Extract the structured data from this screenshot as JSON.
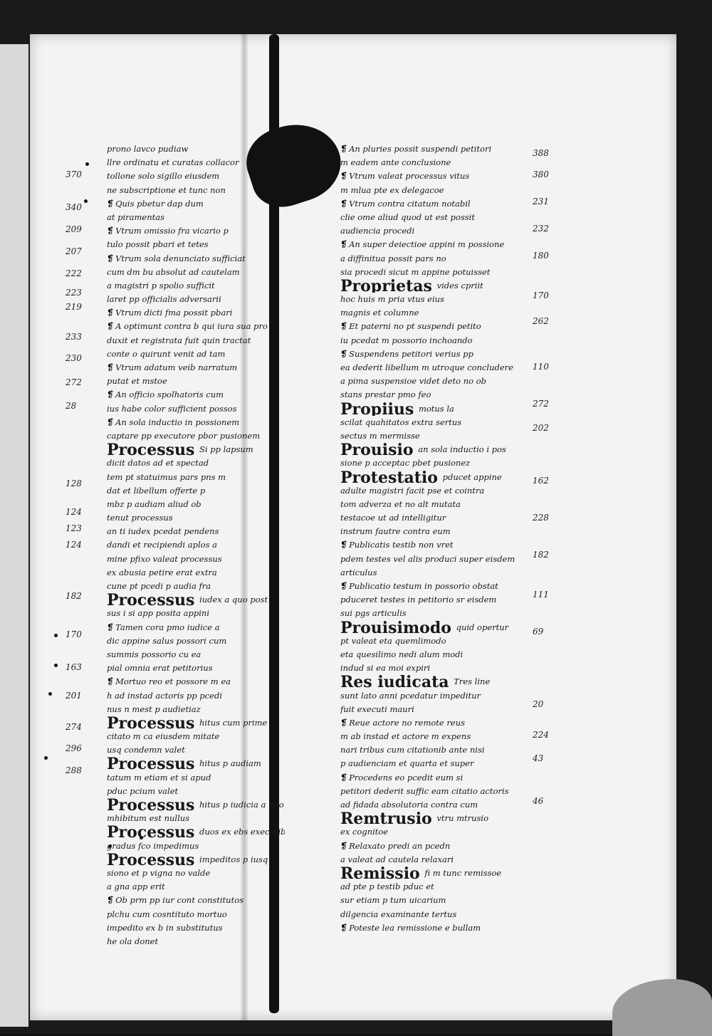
{
  "left_numbers": [
    "370",
    "340",
    "209",
    "207",
    "222",
    "223",
    "219",
    "233",
    "230",
    "272",
    "28",
    "128",
    "124",
    "123",
    "124",
    "182",
    "170",
    "163",
    "201",
    "274",
    "296",
    "288"
  ],
  "right_numbers": [
    "388",
    "380",
    "231",
    "232",
    "180",
    "170",
    "262",
    "110",
    "272",
    "202",
    "162",
    "228",
    "182",
    "111",
    "69",
    "20",
    "224",
    "43",
    "46"
  ],
  "column_a": [
    "prono lavco pudiaw",
    "llre ordinatu et curatas collacor",
    "tollone solo sigillo eiusdem",
    "ne subscriptione et tunc non",
    "Quis pbetur dap dum",
    "at piramentas",
    "Vtrum omissio fra vicario p",
    "tulo possit pbari et tetes",
    "Vtrum sola denunciato sufficiat",
    "cum dm bu absolut ad cautelam",
    "a magistri p spolio sufficit",
    "laret pp officialis adversarii",
    "Vtrum dicti fma possit pbari",
    "A optimunt contra b qui iura sua pro",
    "duxit et registrata fuit quin tractat",
    "conte o quirunt venit ad tam",
    "Vtrum adatum veib narratum",
    "putat et mstoe",
    "An officio spolhatoris cum",
    "ius habe color sufficient possos",
    "An sola inductio in possionem",
    "captare pp executore pbor pusionem",
    "Processus Si pp lapsum",
    "dicit datos ad et spectad",
    "tem pt statuimus pars pns m",
    "dat et libellum offerte p",
    "mbz p audiam aliud ob",
    "tenut processus",
    "an ti iudex pcedat pendens",
    "dandi et recipiendi aplos a",
    "mine pfixo valeat processus",
    "ex abusia petire erat extra",
    "cune pt pcedi p audia fra",
    "Processus iudex a quo post",
    "sus i si app posita appini",
    "Tamen cora pmo iudice a",
    "dic appine salus possori cum",
    "summis possorio cu ea",
    "pial omnia erat petitorius",
    "Mortuo reo et possore m ea",
    "h ad instad actoris pp pcedi",
    "nus n mest p audietiaz",
    "Processus hitus cum prime",
    "citato m ca eiusdem mitate",
    "usq condemn valet",
    "Processus hitus p audiam",
    "tatum m etiam et si apud",
    "pduc pcium valet",
    "Processus hitus p iudicia a quo",
    "mhibitum est nullus",
    "Processus duos ex ebs executib",
    "gradus fco impedimus",
    "Processus impeditos p iusq",
    "siono et p vigna no valde",
    "a gna app erit",
    "Ob prm pp iur cont constitutos",
    "plchu cum cosntituto mortuo",
    "impedito ex b in substitutus",
    "he ola donet"
  ],
  "column_b": [
    "An pluries possit suspendi petitori",
    "m eadem ante conclusione",
    "Vtrum valeat processus vitus",
    "m mlua pte ex delegacoe",
    "Vtrum contra citatum notabil",
    "clie ome aliud quod ut est possit",
    "audiencia procedi",
    "An super deiectioe appini m possione",
    "a diffinitua possit pars no",
    "sia procedi sicut m appine potuisset",
    "Proprietas vides cpriit",
    "hoc huis m pria vtus eius",
    "magnis et columne",
    "Et paterni no pt suspendi petito",
    "iu pcedat m possorio inchoando",
    "Suspendens petitori verius pp",
    "ea dederit libellum m utroque concludere",
    "a pima suspensioe videt deto no ob",
    "stans prestar pmo feo",
    "Propiius motus la",
    "scilat quahitatos extra sertus",
    "sectus m mermisse",
    "Prouisio an sola inductio i pos",
    "sione p acceptac pbet pusionez",
    "Protestatio pducet appine",
    "adulte magistri facit pse et cointra",
    "tom adverza et no alt mutata",
    "testacoe ut ad intelligitur",
    "instrum fautre contra eum",
    "Publicatis testib non vret",
    "pdem testes vel alis produci super eisdem",
    "articulus",
    "Publicatio testum in possorio obstat",
    "pduceret testes in petitorio sr eisdem",
    "sui pgs articulis",
    "Prouisimodo quid opertur",
    "pt valeat eta quemlimodo",
    "eta quesilimo nedi alum modi",
    "indud si ea moi expiri",
    "Res iudicata Tres line",
    "sunt lato anni pcedatur impeditur",
    "fuit executi mauri",
    "Reue actore no remote reus",
    "m ab instad et actore m expens",
    "nari tribus cum citationib ante nisi",
    "p audienciam et quarta et super",
    "Procedens eo pcedit eum si",
    "petitori dederit suffic eam citatio actoris",
    "ad fidada absolutoria contra cum",
    "Remtrusio vtru mtrusio",
    "ex cognitoe",
    "Relaxato predi an pcedn",
    "a valeat ad cautela relaxari",
    "Remissio fi m tunc remissoe",
    "ad pte p testib pduc et",
    "sur etiam p tum uicarium",
    "dilgencia examinante tertus",
    "Poteste lea remissione e bullam"
  ]
}
